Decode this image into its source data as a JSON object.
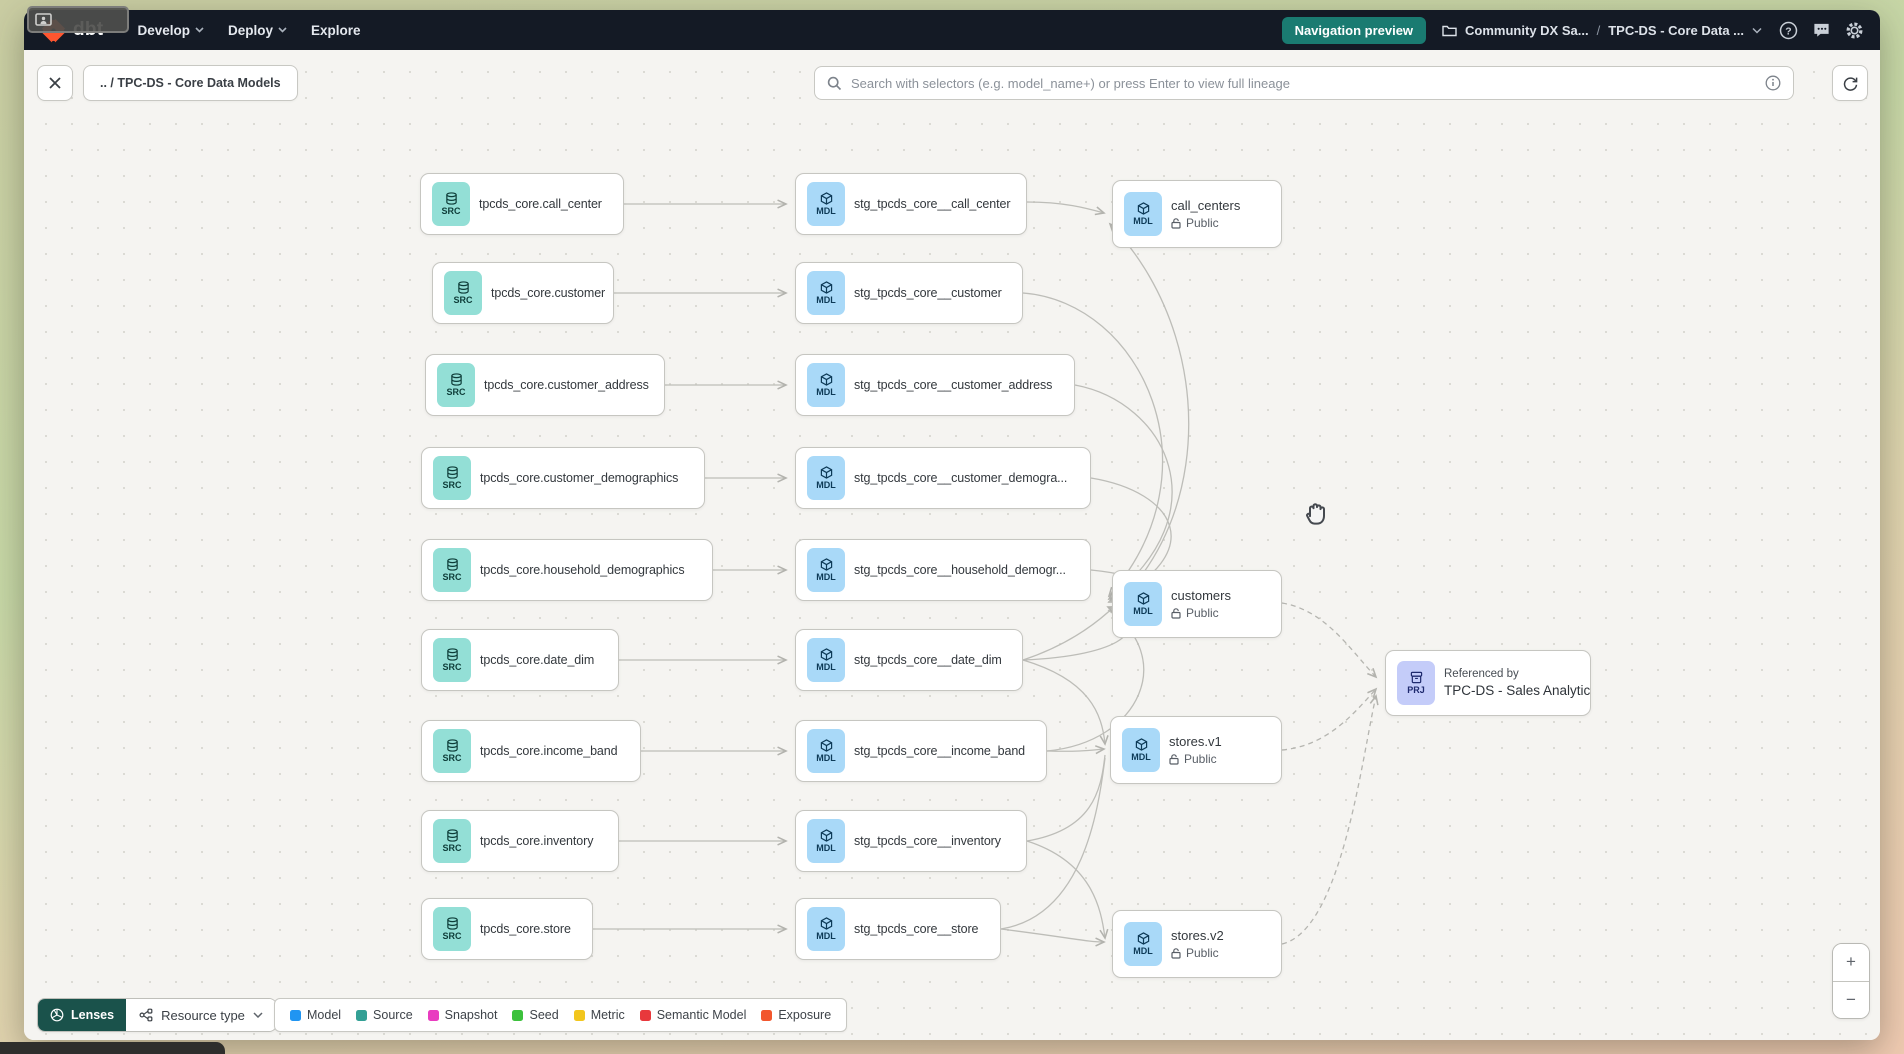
{
  "navbar": {
    "brand": "dbt",
    "menus": [
      {
        "label": "Develop"
      },
      {
        "label": "Deploy"
      },
      {
        "label": "Explore"
      }
    ],
    "preview_button": "Navigation preview",
    "breadcrumb": {
      "project": "Community DX Sa...",
      "separator": "/",
      "lineage": "TPC-DS - Core Data ..."
    }
  },
  "toolbar": {
    "back_chip": ".. / TPC-DS - Core Data Models",
    "search_placeholder": "Search with selectors (e.g. model_name+) or press Enter to view full lineage"
  },
  "graph": {
    "badges": {
      "source": "SRC",
      "model": "MDL",
      "project": "PRJ"
    },
    "rows": [
      {
        "source": "tpcds_core.call_center",
        "staging": "stg_tpcds_core__call_center"
      },
      {
        "source": "tpcds_core.customer",
        "staging": "stg_tpcds_core__customer"
      },
      {
        "source": "tpcds_core.customer_address",
        "staging": "stg_tpcds_core__customer_address"
      },
      {
        "source": "tpcds_core.customer_demographics",
        "staging": "stg_tpcds_core__customer_demogra..."
      },
      {
        "source": "tpcds_core.household_demographics",
        "staging": "stg_tpcds_core__household_demogr..."
      },
      {
        "source": "tpcds_core.date_dim",
        "staging": "stg_tpcds_core__date_dim"
      },
      {
        "source": "tpcds_core.income_band",
        "staging": "stg_tpcds_core__income_band"
      },
      {
        "source": "tpcds_core.inventory",
        "staging": "stg_tpcds_core__inventory"
      },
      {
        "source": "tpcds_core.store",
        "staging": "stg_tpcds_core__store"
      }
    ],
    "public_models": [
      {
        "name": "call_centers",
        "access": "Public"
      },
      {
        "name": "customers",
        "access": "Public"
      },
      {
        "name": "stores.v1",
        "access": "Public"
      },
      {
        "name": "stores.v2",
        "access": "Public"
      }
    ],
    "referenced_by": {
      "title": "Referenced by",
      "name": "TPC-DS - Sales Analytics"
    }
  },
  "footer": {
    "lenses": "Lenses",
    "resource_type": "Resource type",
    "legend": [
      {
        "label": "Model",
        "color": "#2095f2"
      },
      {
        "label": "Source",
        "color": "#33a095"
      },
      {
        "label": "Snapshot",
        "color": "#e93cc0"
      },
      {
        "label": "Seed",
        "color": "#3cc13c"
      },
      {
        "label": "Metric",
        "color": "#f2c61d"
      },
      {
        "label": "Semantic Model",
        "color": "#e8383c"
      },
      {
        "label": "Exposure",
        "color": "#f2572e"
      }
    ]
  },
  "zoom_controls": {
    "in": "+",
    "out": "−"
  }
}
